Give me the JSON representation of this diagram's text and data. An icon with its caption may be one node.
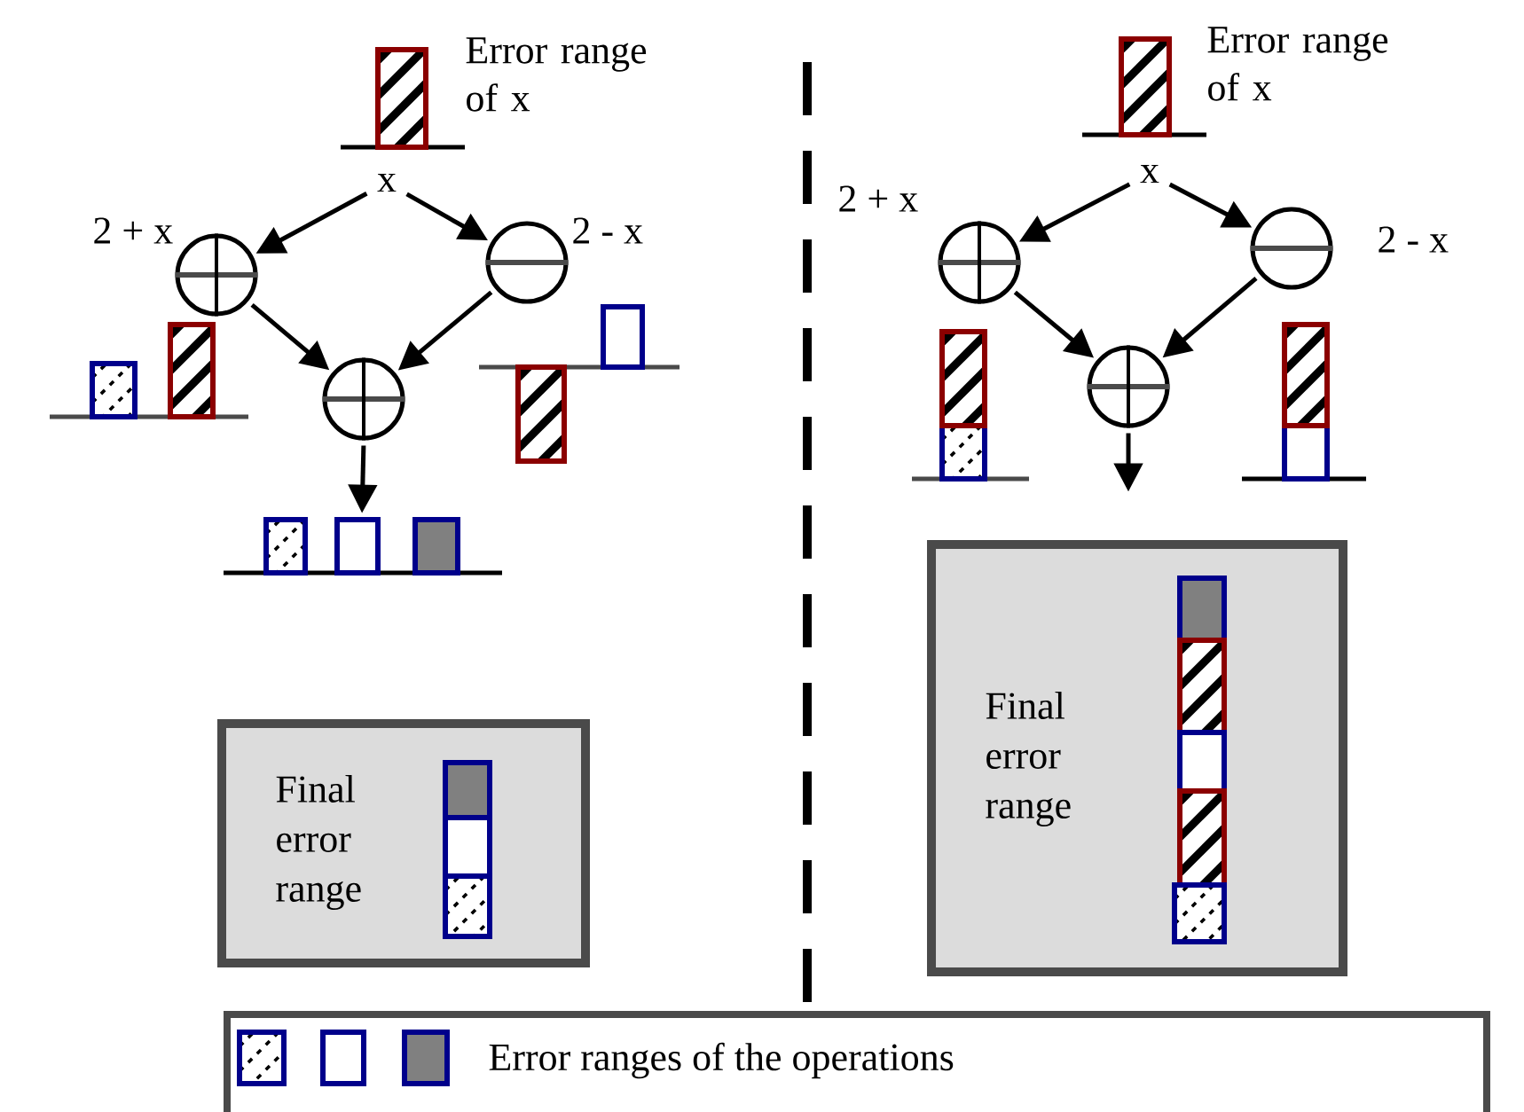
{
  "diagram": {
    "nodes": [
      {
        "text": [
          "x"
        ]
      },
      {
        "text": [],
        "shape": "circle",
        "beside": [
          "2 + x"
        ]
      },
      {
        "text": [],
        "shape": "circle",
        "beside": [
          "2 - x"
        ]
      },
      {
        "text": [],
        "shape": "circle"
      },
      {
        "text": [],
        "shape": "bar"
      },
      {
        "text": [
          "Final error range"
        ]
      },
      {
        "text": [
          "x"
        ]
      },
      {
        "text": [],
        "shape": "circle",
        "beside": [
          "2 + x"
        ]
      },
      {
        "text": [],
        "shape": "circle",
        "beside": [
          "2 - x"
        ]
      },
      {
        "text": [],
        "shape": "circle"
      },
      {
        "text": [
          "Final error range"
        ]
      }
    ],
    "edges": [
      {
        "from": 0,
        "to": 1,
        "arrow": "to"
      },
      {
        "from": 0,
        "to": 2,
        "arrow": "to"
      },
      {
        "from": 1,
        "to": 3,
        "arrow": "to"
      },
      {
        "from": 2,
        "to": 3,
        "arrow": "to"
      },
      {
        "from": 3,
        "to": 4,
        "arrow": "to"
      },
      {
        "from": 6,
        "to": 7,
        "arrow": "to"
      },
      {
        "from": 6,
        "to": 8,
        "arrow": "to"
      },
      {
        "from": 7,
        "to": 9,
        "arrow": "to"
      },
      {
        "from": 8,
        "to": 9,
        "arrow": "to"
      },
      {
        "from": 9,
        "to": null,
        "arrow": "to"
      }
    ],
    "labels": [
      "Error range of x",
      "Error range of x"
    ],
    "legend": [
      {
        "text": "Error ranges of the operations"
      }
    ]
  }
}
